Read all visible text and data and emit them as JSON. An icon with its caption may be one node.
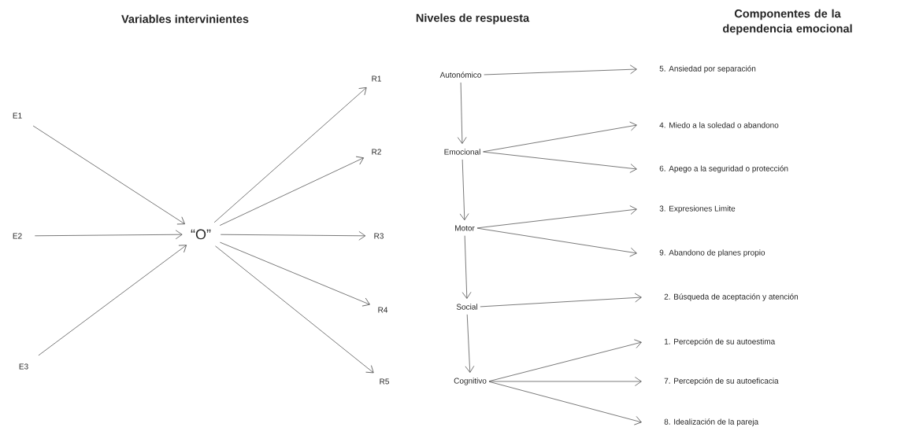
{
  "diagram": {
    "nodes": [
      {
        "text": [
          "E1"
        ]
      },
      {
        "text": [
          "E2"
        ]
      },
      {
        "text": [
          "E3"
        ]
      },
      {
        "text": [
          "“O”"
        ]
      },
      {
        "text": [
          "R1"
        ]
      },
      {
        "text": [
          "R2"
        ]
      },
      {
        "text": [
          "R3"
        ]
      },
      {
        "text": [
          "R4"
        ]
      },
      {
        "text": [
          "R5"
        ]
      },
      {
        "text": [
          "Autonómico"
        ]
      },
      {
        "text": [
          "Emocional"
        ]
      },
      {
        "text": [
          "Motor"
        ]
      },
      {
        "text": [
          "Social"
        ]
      },
      {
        "text": [
          "Cognitivo"
        ]
      },
      {
        "text": [
          "5. Ansiedad por separación"
        ]
      },
      {
        "text": [
          "4. Miedo a la soledad o abandono"
        ]
      },
      {
        "text": [
          "6. Apego a la seguridad o protección"
        ]
      },
      {
        "text": [
          "3. Expresiones Limite"
        ]
      },
      {
        "text": [
          "9. Abandono de planes propio"
        ]
      },
      {
        "text": [
          "2. Búsqueda de aceptación y atención"
        ]
      },
      {
        "text": [
          "1. Percepción de su autoestima"
        ]
      },
      {
        "text": [
          "7. Percepción de su autoeficacia"
        ]
      },
      {
        "text": [
          "8. Idealización de la pareja"
        ]
      }
    ],
    "edges": [
      {
        "from": 0,
        "to": 3,
        "arrow": "to"
      },
      {
        "from": 1,
        "to": 3,
        "arrow": "to"
      },
      {
        "from": 2,
        "to": 3,
        "arrow": "to"
      },
      {
        "from": 3,
        "to": 4,
        "arrow": "to"
      },
      {
        "from": 3,
        "to": 5,
        "arrow": "to"
      },
      {
        "from": 3,
        "to": 6,
        "arrow": "to"
      },
      {
        "from": 3,
        "to": 7,
        "arrow": "to"
      },
      {
        "from": 3,
        "to": 8,
        "arrow": "to"
      },
      {
        "from": 9,
        "to": 10,
        "arrow": "to"
      },
      {
        "from": 10,
        "to": 11,
        "arrow": "to"
      },
      {
        "from": 11,
        "to": 12,
        "arrow": "to"
      },
      {
        "from": 12,
        "to": 13,
        "arrow": "to"
      },
      {
        "from": 9,
        "to": 14,
        "arrow": "to"
      },
      {
        "from": 10,
        "to": 15,
        "arrow": "to"
      },
      {
        "from": 10,
        "to": 16,
        "arrow": "to"
      },
      {
        "from": 11,
        "to": 17,
        "arrow": "to"
      },
      {
        "from": 11,
        "to": 18,
        "arrow": "to"
      },
      {
        "from": 12,
        "to": 19,
        "arrow": "to"
      },
      {
        "from": 13,
        "to": 20,
        "arrow": "to"
      },
      {
        "from": 13,
        "to": 21,
        "arrow": "to"
      },
      {
        "from": 13,
        "to": 22,
        "arrow": "to"
      }
    ],
    "labels": [
      "Variables intervinientes",
      "Niveles de respuesta",
      "Componentes de la dependencia emocional"
    ]
  }
}
